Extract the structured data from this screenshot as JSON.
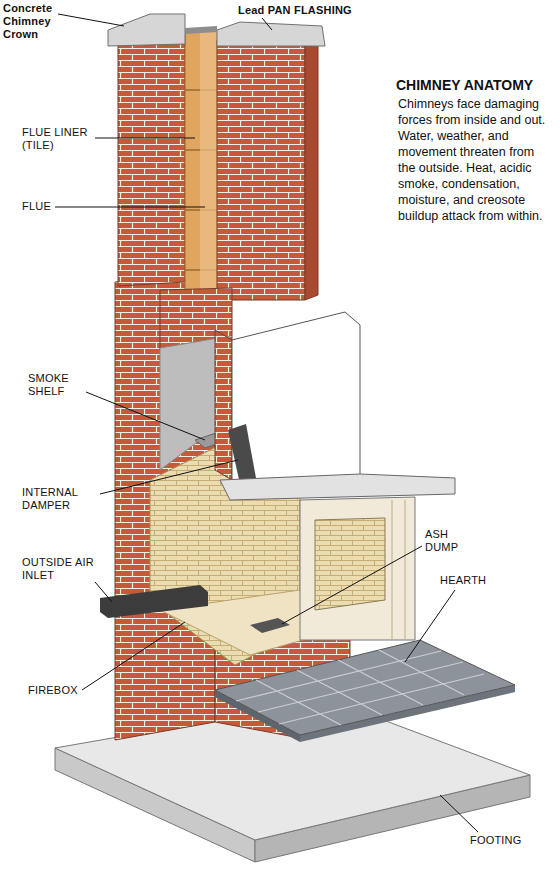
{
  "diagram": {
    "title": "CHIMNEY ANATOMY",
    "caption": "Chimneys face damaging forces from inside and out. Water, weather, and movement threaten from the outside. Heat, acidic smoke, condensation, moisture, and creosote buildup attack from within.",
    "labels": [
      "Concrete Chimney Crown",
      "Lead PAN FLASHING",
      "FLUE LINER (TILE)",
      "FLUE",
      "SMOKE SHELF",
      "INTERNAL DAMPER",
      "OUTSIDE AIR INLET",
      "FIREBOX",
      "ASH DUMP",
      "HEARTH",
      "FOOTING"
    ]
  }
}
